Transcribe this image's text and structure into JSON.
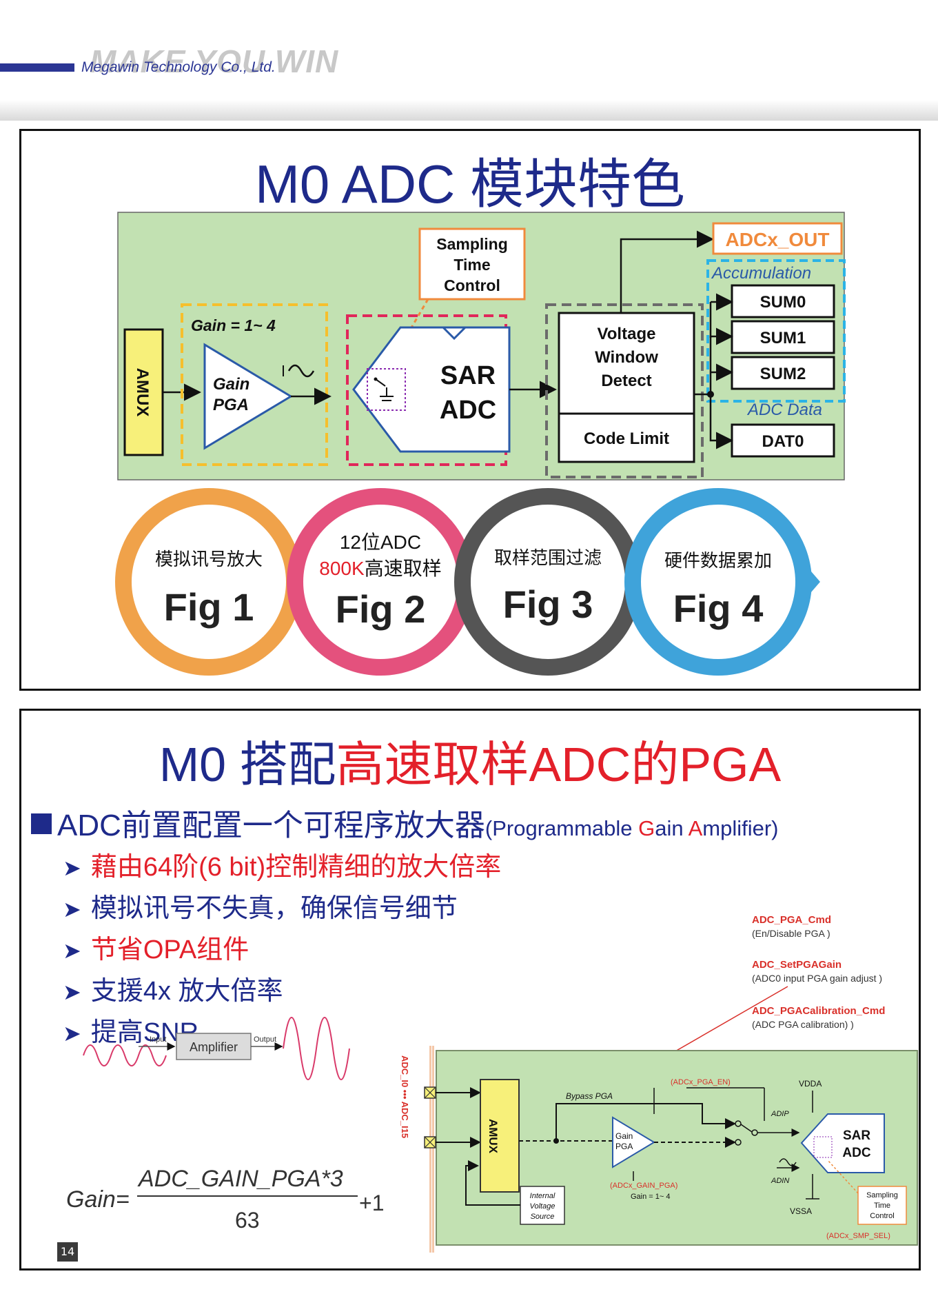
{
  "header": {
    "watermark": "MAKE YOU WIN",
    "company": "Megawin Technology Co., Ltd."
  },
  "slide1": {
    "title": "M0 ADC 模块特色",
    "diagram": {
      "amux": "AMUX",
      "gain_range": "Gain = 1~ 4",
      "pga_line1": "Gain",
      "pga_line2": "PGA",
      "sampling_1": "Sampling",
      "sampling_2": "Time",
      "sampling_3": "Control",
      "sar_1": "SAR",
      "sar_2": "ADC",
      "vwd_1": "Voltage",
      "vwd_2": "Window",
      "vwd_3": "Detect",
      "code_limit": "Code Limit",
      "adcx_out": "ADCx_OUT",
      "accumulation": "Accumulation",
      "sum0": "SUM0",
      "sum1": "SUM1",
      "sum2": "SUM2",
      "adc_data": "ADC Data",
      "dat0": "DAT0"
    },
    "figs": [
      {
        "caption": "模拟讯号放大",
        "label": "Fig 1",
        "color": "#f0a24a"
      },
      {
        "caption_1": "12位ADC",
        "caption_2a": "800K",
        "caption_2b": "高速取样",
        "label": "Fig 2",
        "color": "#e4517d"
      },
      {
        "caption": "取样范围过滤",
        "label": "Fig 3",
        "color": "#555555"
      },
      {
        "caption": "硬件数据累加",
        "label": "Fig 4",
        "color": "#3fa3da"
      }
    ]
  },
  "slide2": {
    "title_a": "M0 搭配",
    "title_b": "高速取样ADC的PGA",
    "main_bullet": "ADC前置配置一个可程序放大器",
    "pga_open": "(Programmable ",
    "pga_g": "G",
    "pga_ain": "ain ",
    "pga_a": "A",
    "pga_rest": "mplifier)",
    "bullets": [
      {
        "text": "藉由64阶(6 bit)控制精细的放大倍率",
        "color": "#e3202a"
      },
      {
        "text": "模拟讯号不失真，确保信号细节",
        "color": "#1e2a8a"
      },
      {
        "text": "节省OPA组件",
        "color": "#e3202a"
      },
      {
        "text": "支援4x 放大倍率",
        "color": "#1e2a8a"
      },
      {
        "text": "提高SNR",
        "color": "#1e2a8a"
      }
    ],
    "amp": {
      "input": "Input",
      "amplifier": "Amplifier",
      "output": "Output"
    },
    "formula": {
      "lhs": "Gain=",
      "num": "ADC_GAIN_PGA*3",
      "den": "63",
      "plus": "+1"
    },
    "api": [
      {
        "name": "ADC_PGA_Cmd",
        "desc": "(En/Disable PGA )"
      },
      {
        "name": "ADC_SetPGAGain",
        "desc": "(ADC0 input PGA gain adjust )"
      },
      {
        "name": "ADC_PGACalibration_Cmd",
        "desc": "(ADC PGA calibration) )"
      }
    ],
    "diagram": {
      "pins": "ADC_I0 ••• ADC_I15",
      "amux": "AMUX",
      "pga_en": "(ADCx_PGA_EN)",
      "bypass": "Bypass PGA",
      "gain_1": "Gain",
      "gain_2": "PGA",
      "gain_pga_reg": "(ADCx_GAIN_PGA)",
      "gain_range": "Gain = 1~ 4",
      "vdda": "VDDA",
      "adip": "ADIP",
      "adin": "ADIN",
      "vssa": "VSSA",
      "sar_1": "SAR",
      "sar_2": "ADC",
      "samp_1": "Sampling",
      "samp_2": "Time",
      "samp_3": "Control",
      "smp_sel": "(ADCx_SMP_SEL)",
      "ivs_1": "Internal",
      "ivs_2": "Voltage",
      "ivs_3": "Source"
    },
    "page_number": "14"
  }
}
